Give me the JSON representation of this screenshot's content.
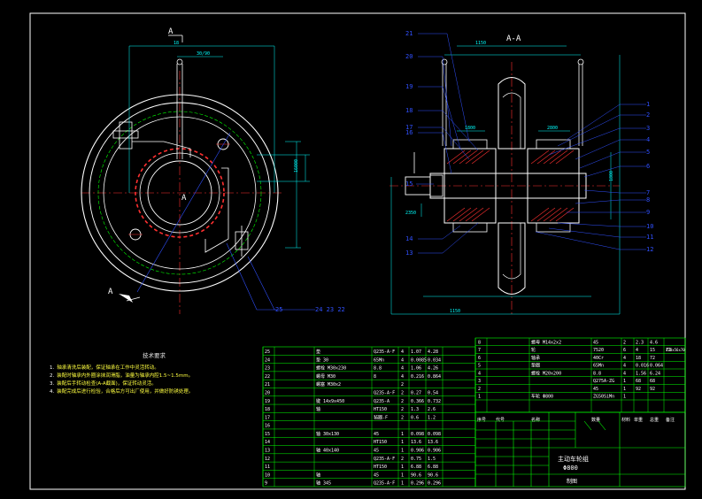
{
  "colors": {
    "background": "#000000",
    "frame": "#ffffff",
    "contour": "#ffffff",
    "dimension": "#00ffff",
    "centerline": "#ff3030",
    "leader": "#3050ff",
    "hatch": "#ff3030",
    "bom_grid": "#00ff00",
    "text": "#ffff40"
  },
  "views": {
    "section_mark_top": "A",
    "section_mark_bottom": "A",
    "center_mark": "A",
    "section_title": "A-A"
  },
  "left_view": {
    "dim_top": "18",
    "dim_top2": "30/90",
    "dim_right": "16000",
    "callouts": [
      "25",
      "24",
      "23",
      "22"
    ]
  },
  "right_view": {
    "dim_top": "1150",
    "dim_top_left": "1800",
    "dim_top_right": "2800",
    "dim_bottom": "1150",
    "dim_right": "1800",
    "dim_left": "2350",
    "left_callouts": [
      "21",
      "20",
      "19",
      "18",
      "17",
      "16",
      "15",
      "14",
      "13"
    ],
    "right_callouts": [
      "1",
      "2",
      "3",
      "4",
      "5",
      "6",
      "7",
      "8",
      "9",
      "10",
      "11",
      "12"
    ]
  },
  "notes": {
    "title": "技术要求",
    "items": [
      {
        "num": "1.",
        "text": "轴承清洗后装配，保证轴承在工作中灵活转动。"
      },
      {
        "num": "2.",
        "text": "装配时轴承内外圈涂抹润滑脂，油量为轴承内腔1.5~1.5mm。"
      },
      {
        "num": "3.",
        "text": "装配后手转动检查(A-A截面)，保证转动灵活。"
      },
      {
        "num": "4.",
        "text": "装配完成后进行检验，合格后方可出厂使用，并做好防锈处理。"
      }
    ]
  },
  "bom_left": {
    "rows": [
      {
        "no": "25",
        "name": "垫",
        "material": "Q235-A·F",
        "qty": "4",
        "w1": "1.07",
        "w2": "4.28"
      },
      {
        "no": "24",
        "name": "垫 30",
        "material": "65Mn",
        "qty": "4",
        "w1": "0.0085",
        "w2": "0.034"
      },
      {
        "no": "23",
        "name": "螺栓 M30x230",
        "material": "8.8",
        "qty": "4",
        "w1": "1.06",
        "w2": "4.26"
      },
      {
        "no": "22",
        "name": "螺母 M30",
        "material": "8",
        "qty": "4",
        "w1": "0.216",
        "w2": "0.864"
      },
      {
        "no": "21",
        "name": "螺塞 M30x2",
        "material": "",
        "qty": "2",
        "w1": "",
        "w2": ""
      },
      {
        "no": "20",
        "name": "",
        "material": "Q235-A·F",
        "qty": "2",
        "w1": "0.27",
        "w2": "0.54"
      },
      {
        "no": "19",
        "name": "键 14x9x450",
        "material": "Q235-A",
        "qty": "2",
        "w1": "0.366",
        "w2": "0.732"
      },
      {
        "no": "18",
        "name": "轴",
        "material": "HT150",
        "qty": "2",
        "w1": "1.3",
        "w2": "2.6"
      },
      {
        "no": "17",
        "name": "",
        "material": "毡圈-F",
        "qty": "2",
        "w1": "0.6",
        "w2": "1.2"
      },
      {
        "no": "16",
        "name": "",
        "material": "",
        "qty": "",
        "w1": "",
        "w2": ""
      },
      {
        "no": "15",
        "name": "轴 30x130",
        "material": "45",
        "qty": "1",
        "w1": "0.098",
        "w2": "0.098"
      },
      {
        "no": "14",
        "name": "",
        "material": "HT150",
        "qty": "1",
        "w1": "13.6",
        "w2": "13.6"
      },
      {
        "no": "13",
        "name": "轴 40x140",
        "material": "45",
        "qty": "1",
        "w1": "0.906",
        "w2": "0.906"
      },
      {
        "no": "12",
        "name": "",
        "material": "Q235-A·F",
        "qty": "2",
        "w1": "0.75",
        "w2": "1.5"
      },
      {
        "no": "11",
        "name": "",
        "material": "HT150",
        "qty": "1",
        "w1": "6.88",
        "w2": "6.88"
      },
      {
        "no": "10",
        "name": "轴",
        "material": "45",
        "qty": "1",
        "w1": "90.6",
        "w2": "90.6"
      },
      {
        "no": "9",
        "name": "轴 345",
        "material": "Q235-A·F",
        "qty": "1",
        "w1": "0.296",
        "w2": "0.296"
      }
    ]
  },
  "bom_right": {
    "rows": [
      {
        "no": "8",
        "name": "螺母 M14x2x2",
        "material": "45",
        "qty": "2",
        "w1": "2.3",
        "w2": "4.6"
      },
      {
        "no": "7",
        "name": "轮",
        "material": "7520",
        "qty": "6",
        "w1": "4",
        "w2": "15",
        "w3": "72",
        "w4": "470x56x70"
      },
      {
        "no": "6",
        "name": "轴承",
        "material": "40Cr",
        "qty": "4",
        "w1": "18",
        "w2": "72"
      },
      {
        "no": "5",
        "name": "垫圈",
        "material": "65Mn",
        "qty": "4",
        "w1": "0.016",
        "w2": "0.064"
      },
      {
        "no": "4",
        "name": "螺栓 M20x200",
        "material": "8.8",
        "qty": "4",
        "w1": "1.56",
        "w2": "6.24"
      },
      {
        "no": "3",
        "name": "",
        "material": "Q275A-ZG",
        "qty": "1",
        "w1": "68",
        "w2": "68"
      },
      {
        "no": "2",
        "name": "",
        "material": "45",
        "qty": "1",
        "w1": "92",
        "w2": "92"
      },
      {
        "no": "1",
        "name": "车轮 Φ800",
        "material": "ZG50SiMn",
        "qty": "1",
        "w1": "",
        "w2": ""
      }
    ],
    "header": [
      "序号",
      "代号",
      "名称",
      "数量",
      "材料",
      "单重",
      "总重",
      "备注"
    ]
  },
  "title_block": {
    "drawing_name": "主动车轮组",
    "drawing_code": "Φ800",
    "company": "制图"
  }
}
